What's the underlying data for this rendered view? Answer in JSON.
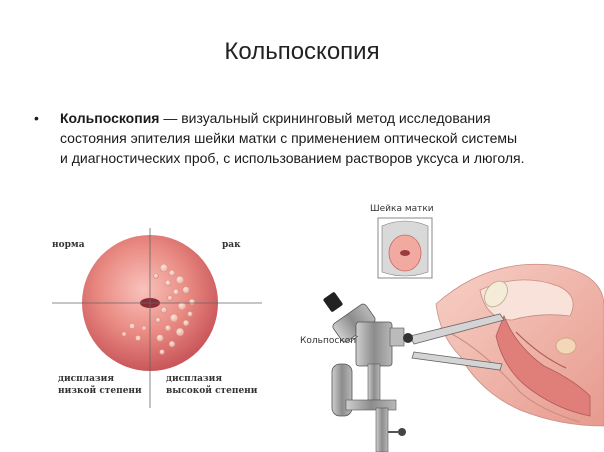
{
  "slide": {
    "title": "Кольпоскопия",
    "bullet": {
      "term": "Кольпоскопия",
      "line1_rest": " — визуальный скрининговый метод исследования",
      "line2": "состояния эпителия шейки матки с применением оптической системы",
      "line3": "и диагностических проб, с использованием растворов уксуса и люголя."
    }
  },
  "figure_left": {
    "label_norm": "норма",
    "label_cancer": "рак",
    "label_low_line1": "дисплазия",
    "label_low_line2": "низкой степени",
    "label_high_line1": "дисплазия",
    "label_high_line2": "высокой степени"
  },
  "figure_right": {
    "label_cervix": "Шейка матки",
    "label_colposcope": "Кольпоскоп"
  },
  "colors": {
    "cervix_pink": "#e87878",
    "tissue_light": "#f4b8b0",
    "instrument_gray": "#9a9a9a"
  }
}
